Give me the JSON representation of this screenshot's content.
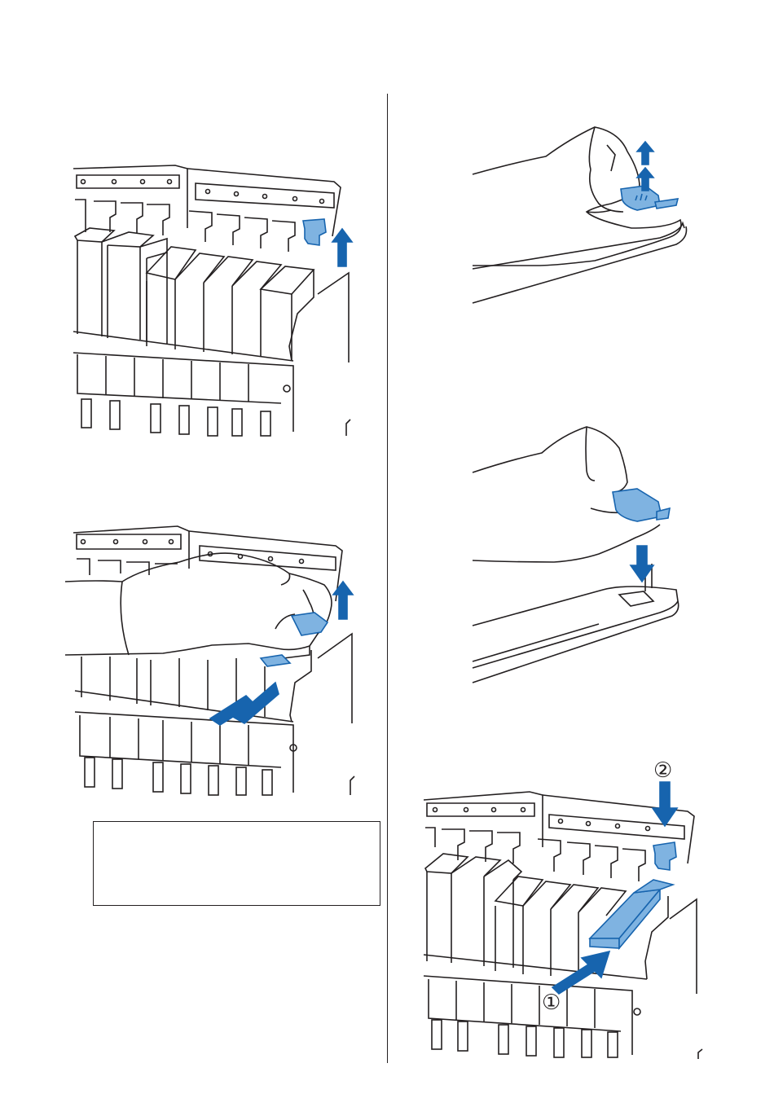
{
  "colors": {
    "line": "#231f20",
    "accent": "#1764ae",
    "part_fill": "#7fb3e1",
    "cover_fill": "#ffffff"
  },
  "figures": [
    {
      "id": "fig1",
      "icon": "arrow-up-icon",
      "subject": "ink-slot-cover-lift"
    },
    {
      "id": "fig2",
      "icon": "arrow-up-icon",
      "subject": "hand-removing-slider"
    },
    {
      "id": "fig3",
      "icon": "arrow-up-down-icon",
      "subject": "hand-holding-part"
    },
    {
      "id": "fig4",
      "icon": "arrow-down-icon",
      "subject": "hand-attaching-part"
    },
    {
      "id": "fig5",
      "icon": "arrow-down-icon",
      "subject": "slider-insert-steps"
    }
  ],
  "steps": {
    "step1": "①",
    "step2": "②"
  }
}
